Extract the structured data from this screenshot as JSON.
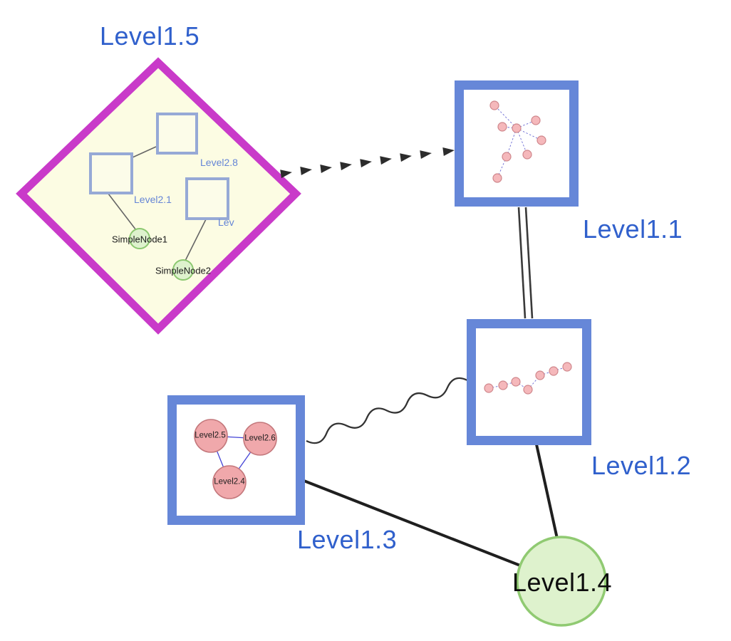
{
  "nodes": {
    "level15": {
      "label": "Level1.5"
    },
    "level11": {
      "label": "Level1.1"
    },
    "level12": {
      "label": "Level1.2"
    },
    "level13": {
      "label": "Level1.3"
    },
    "level14": {
      "label": "Level1.4"
    },
    "level28": {
      "label": "Level2.8"
    },
    "level21": {
      "label": "Level2.1"
    },
    "level2x": {
      "label": "Lev"
    },
    "simplenode1": {
      "label": "SimpleNode1"
    },
    "simplenode2": {
      "label": "SimpleNode2"
    },
    "level25": {
      "label": "Level2.5"
    },
    "level26": {
      "label": "Level2.6"
    },
    "level24": {
      "label": "Level2.4"
    }
  },
  "colors": {
    "label_blue": "#3060cc",
    "inner_label_blue": "#6585d6",
    "diamond_border": "#c93ac9",
    "diamond_fill": "#fcfce3",
    "box_border": "#6687d8",
    "green_fill": "#def2cd",
    "green_border": "#8cc870",
    "pink_fill": "#f0a8ab",
    "pink_border": "#c4787c",
    "small_pink_fill": "#f5b8bb",
    "edge_color": "#2c2c2c"
  }
}
